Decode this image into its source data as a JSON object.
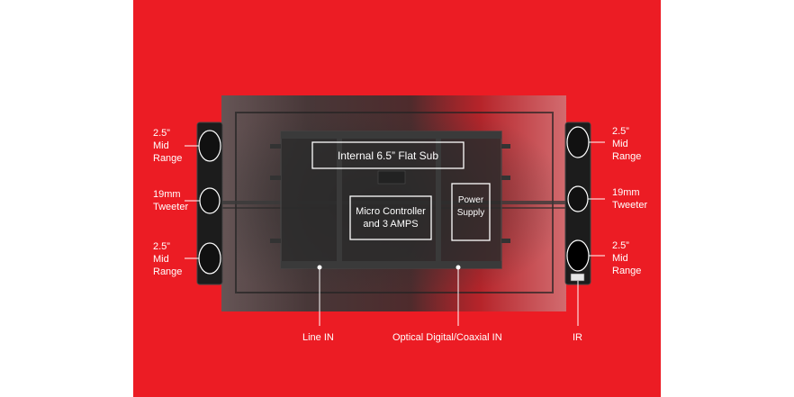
{
  "colors": {
    "background": "#ec1c24",
    "label": "#ffffff",
    "unit": "#2b2b2b"
  },
  "left_speaker": {
    "top": [
      "2.5”",
      "Mid",
      "Range"
    ],
    "mid": [
      "19mm",
      "Tweeter"
    ],
    "bottom": [
      "2.5”",
      "Mid",
      "Range"
    ]
  },
  "right_speaker": {
    "top": [
      "2.5”",
      "Mid",
      "Range"
    ],
    "mid": [
      "19mm",
      "Tweeter"
    ],
    "bottom": [
      "2.5”",
      "Mid",
      "Range"
    ]
  },
  "components": {
    "sub": "Internal 6.5” Flat Sub",
    "controller": [
      "Micro Controller",
      "and 3 AMPS"
    ],
    "power": [
      "Power",
      "Supply"
    ]
  },
  "connectors": {
    "line_in": "Line IN",
    "optical": "Optical Digital/Coaxial IN",
    "ir": "IR"
  }
}
